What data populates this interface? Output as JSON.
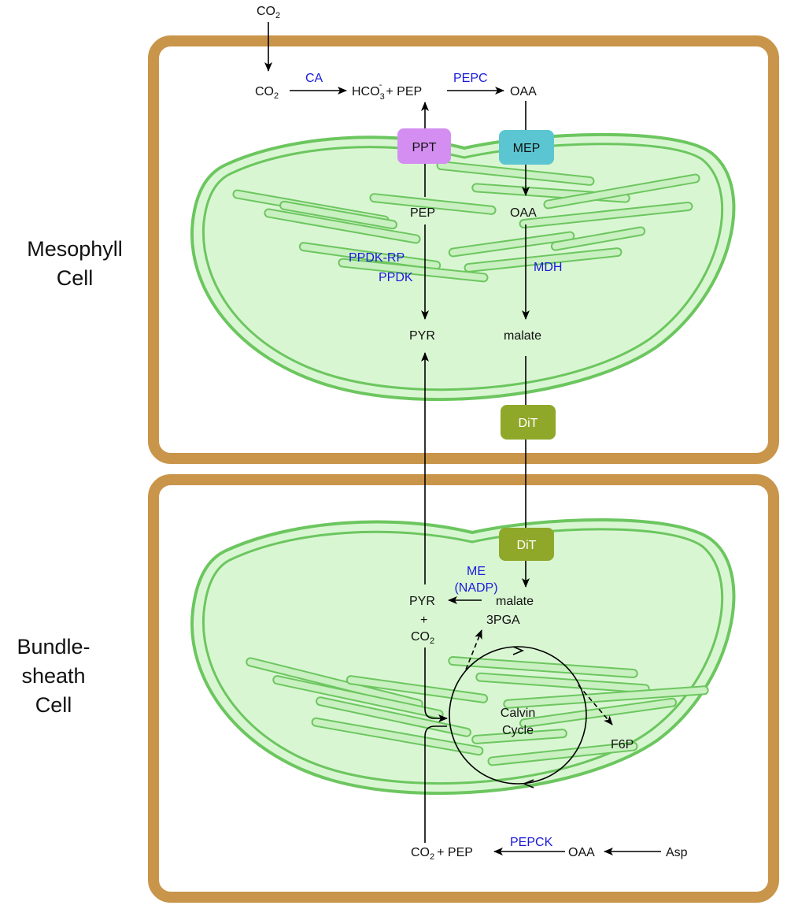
{
  "cells": {
    "mesophyll": [
      "Mesophyll",
      "Cell"
    ],
    "bundle_sheath": [
      "Bundle-",
      "sheath",
      "Cell"
    ]
  },
  "transporters": {
    "ppt": "PPT",
    "mep": "MEP",
    "dit_mesophyll": "DiT",
    "dit_bundle": "DiT"
  },
  "enzymes": {
    "ca": "CA",
    "pepc": "PEPC",
    "ppdk_rp": "PPDK-RP",
    "ppdk": "PPDK",
    "mdh": "MDH",
    "me_line1": "ME",
    "me_line2": "(NADP)",
    "pepck": "PEPCK"
  },
  "metabolites": {
    "co2": "CO",
    "co2_sub": "2",
    "hco3": "HCO",
    "hco3_sub": "3",
    "hco3_sup": "-",
    "plus_pep": "+ PEP",
    "oaa": "OAA",
    "pep": "PEP",
    "pyr": "PYR",
    "malate": "malate",
    "plus": "+",
    "pga": "3PGA",
    "f6p": "F6P",
    "asp": "Asp",
    "calvin_line1": "Calvin",
    "calvin_line2": "Cycle"
  },
  "colors": {
    "cell_wall": "#c9954a",
    "chloroplast_fill": "#d9f6d3",
    "chloroplast_edge": "#6cc65f",
    "ppt": "#d48ef2",
    "mep": "#5bc6d2",
    "dit": "#8fa82a",
    "enzyme_text": "#1a1adc"
  }
}
